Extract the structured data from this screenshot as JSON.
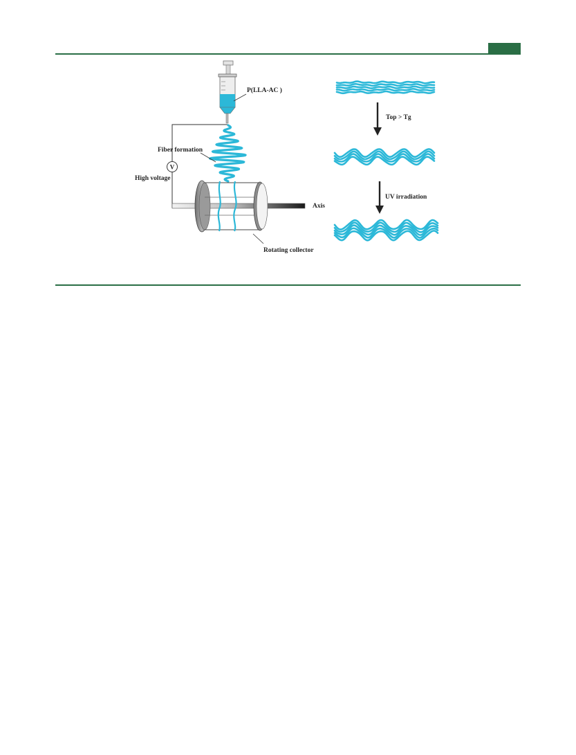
{
  "colors": {
    "accent_green": "#2a6e45",
    "fiber_blue": "#2cb8d8",
    "dark": "#222222"
  },
  "figure": {
    "labels": {
      "polymer": "P(LLA-AC )",
      "fiber_formation": "Fiber formation",
      "high_voltage": "High voltage",
      "voltmeter": "V",
      "axis": "Axis",
      "collector": "Rotating collector",
      "step1": "Top > Tg",
      "step2": "UV irradiation"
    }
  }
}
